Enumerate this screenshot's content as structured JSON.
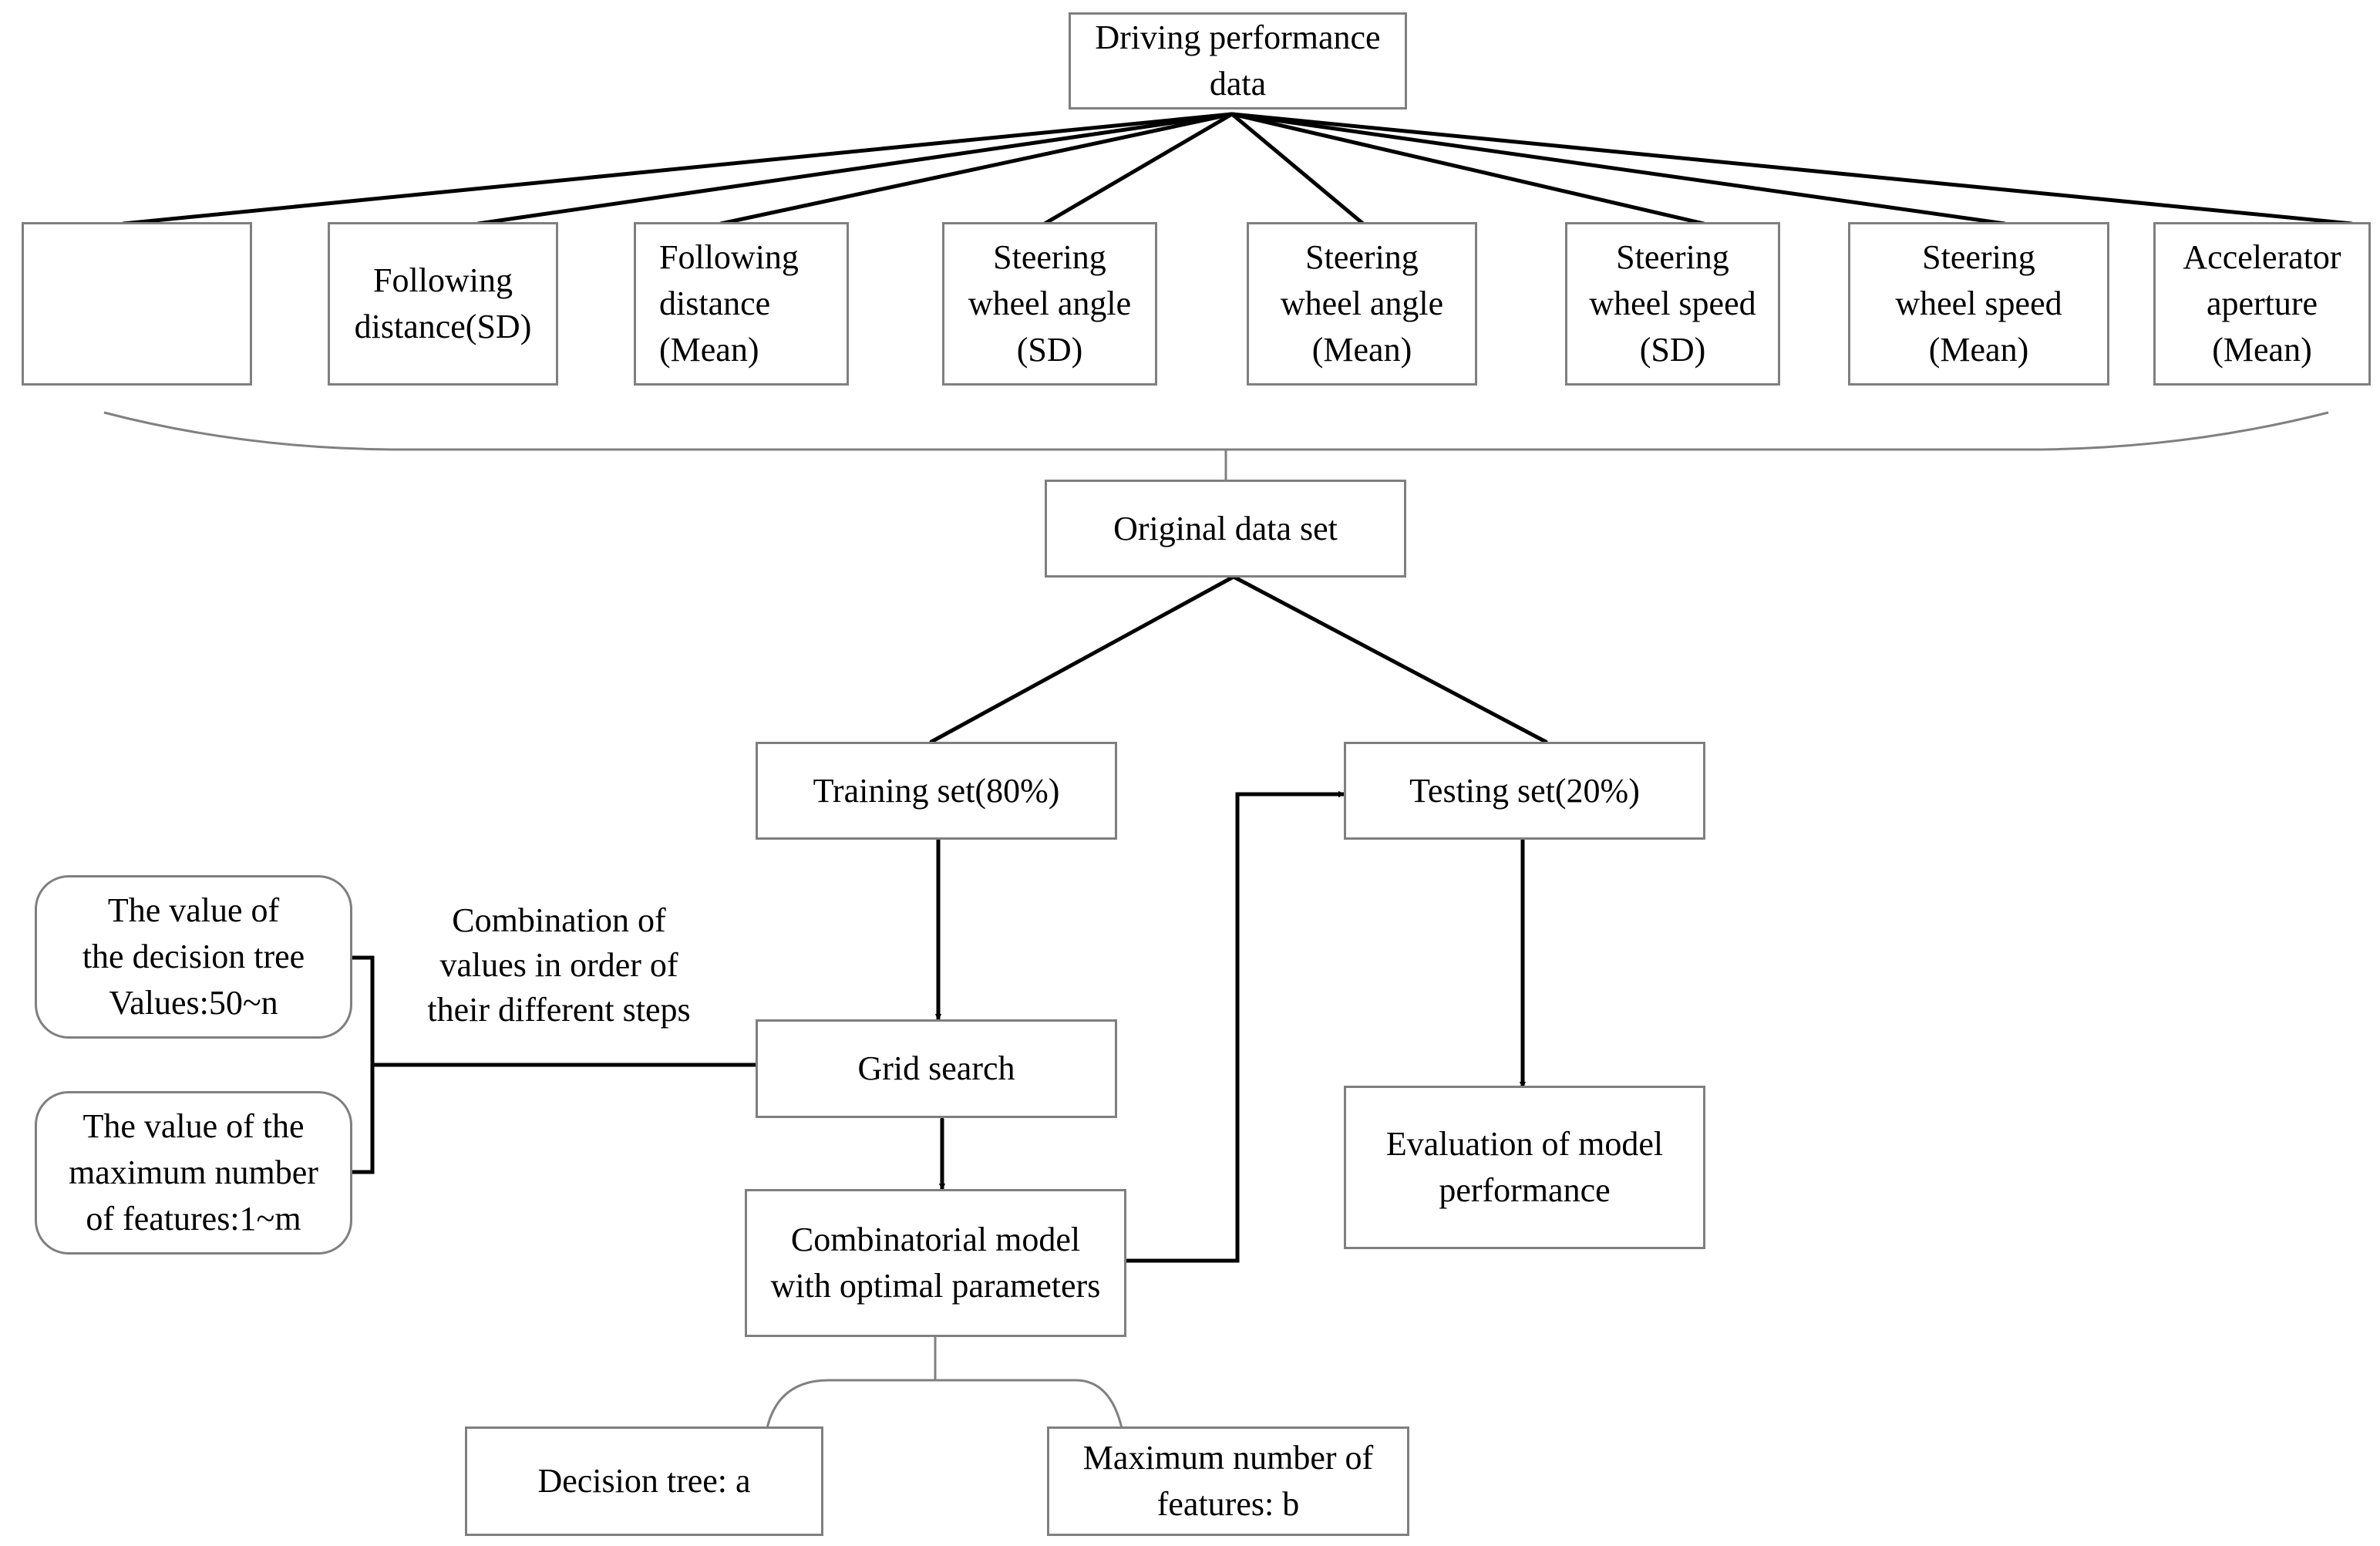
{
  "nodes": {
    "driving_performance_data": "Driving performance\ndata",
    "feature_blank": "",
    "following_distance_sd": "Following\ndistance(SD)",
    "following_distance_mean": "Following\ndistance\n(Mean)",
    "steering_angle_sd": "Steering\nwheel angle\n(SD)",
    "steering_angle_mean": "Steering\nwheel angle\n(Mean)",
    "steering_speed_sd": "Steering\nwheel speed\n(SD)",
    "steering_speed_mean": "Steering\nwheel speed\n(Mean)",
    "accelerator_aperture_mean": "Accelerator\naperture\n(Mean)",
    "original_data_set": "Original data set",
    "training_set": "Training set(80%)",
    "testing_set": "Testing set(20%)",
    "decision_tree_value": "The value of\nthe decision tree\nValues:50~n",
    "max_features_value": "The value of the\nmaximum number\nof features:1~m",
    "grid_search": "Grid search",
    "combinatorial_model": "Combinatorial model\nwith optimal parameters",
    "evaluation": "Evaluation of model\nperformance",
    "decision_tree_a": "Decision tree: a",
    "max_features_b": "Maximum number of\nfeatures: b"
  },
  "annotations": {
    "combination_note": "Combination of\nvalues in order of\ntheir different steps"
  },
  "colors": {
    "box_border": "#7f7f7f",
    "line": "#000000",
    "brace": "#808080",
    "text": "#000000"
  }
}
